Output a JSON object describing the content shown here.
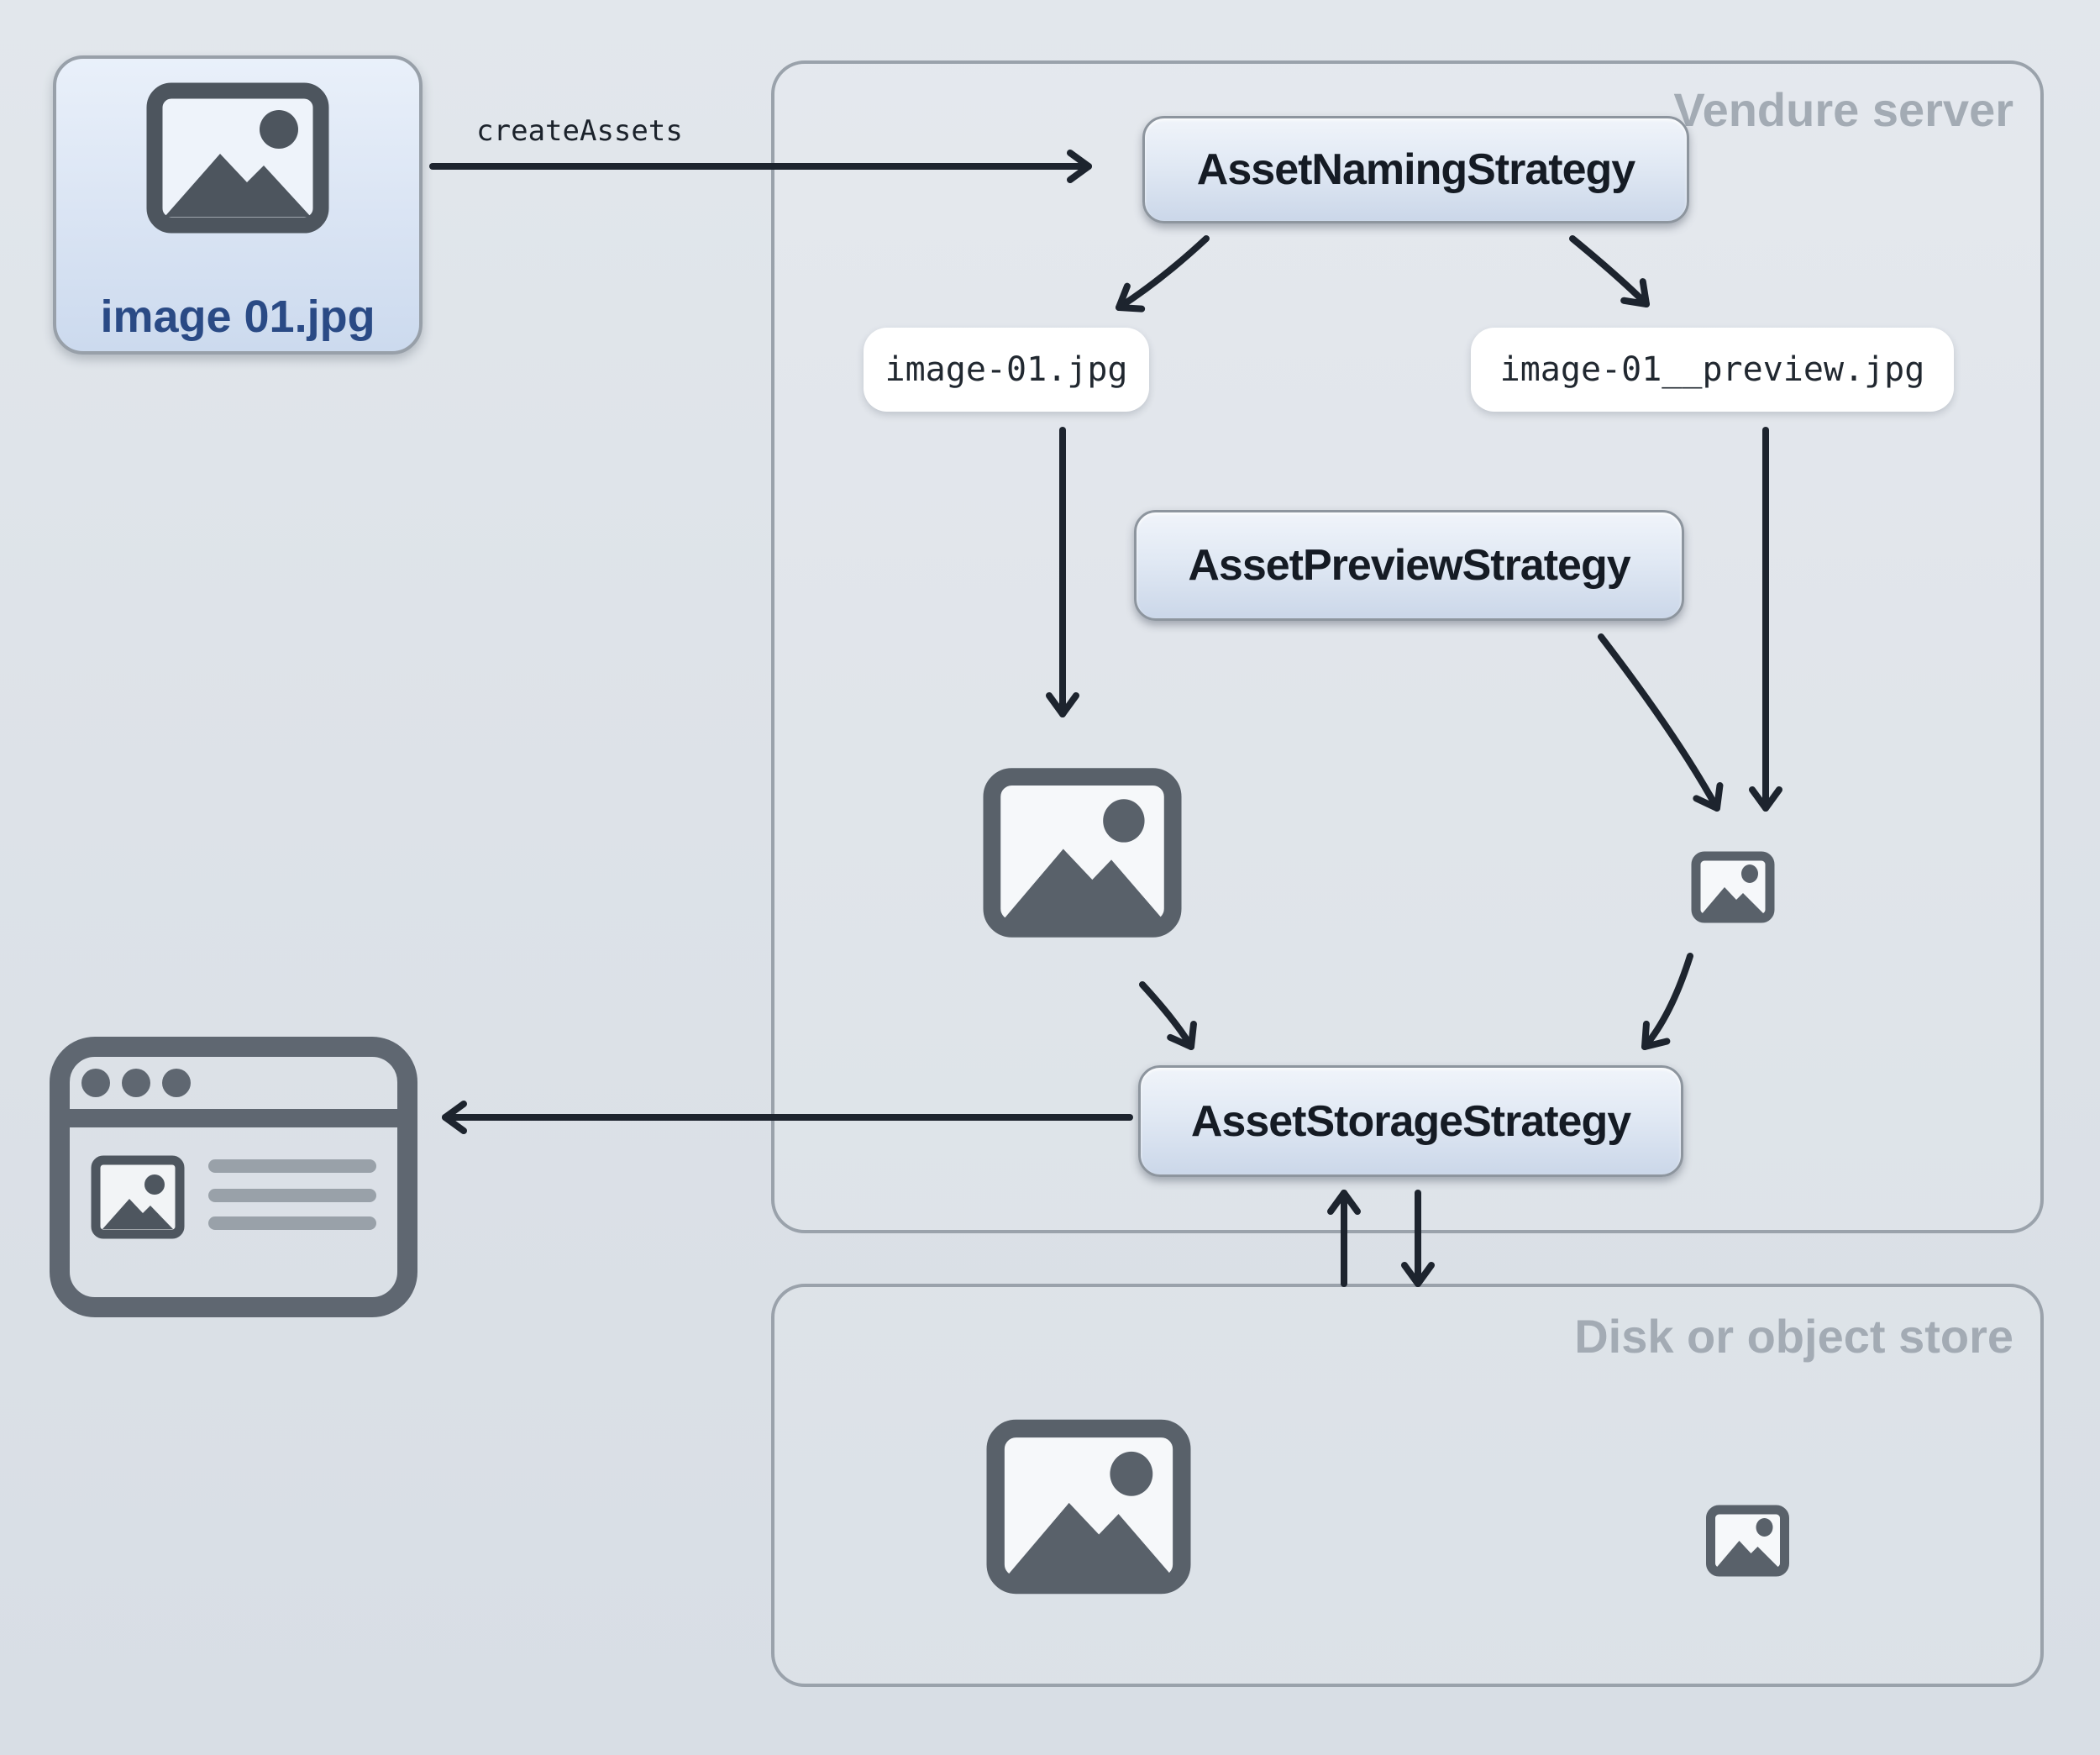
{
  "source_card": {
    "label": "image 01.jpg"
  },
  "flow": {
    "create_assets_label": "createAssets"
  },
  "vendure_server": {
    "label": "Vendure server",
    "nodes": {
      "naming": "AssetNamingStrategy",
      "preview": "AssetPreviewStrategy",
      "storage": "AssetStorageStrategy"
    },
    "files": {
      "original": "image-01.jpg",
      "preview": "image-01__preview.jpg"
    }
  },
  "disk_store": {
    "label": "Disk or object store"
  },
  "icons": {
    "source": "image-icon",
    "vendure_original": "image-icon-large",
    "vendure_preview": "image-icon-small",
    "disk_original": "image-icon-large",
    "disk_preview": "image-icon-small",
    "consumer": "browser-window-icon"
  },
  "colors": {
    "background": "#dde2e8",
    "container_border": "#9aa2ab",
    "node_border": "#8d959e",
    "node_fill_top": "#f0f4fa",
    "node_fill_bottom": "#cbd7e9",
    "node_text": "#151b24",
    "chip_bg": "#ffffff",
    "chip_text": "#212830",
    "muted_label": "#a3abb4",
    "arrow": "#1d242e",
    "icon_gray": "#59616a",
    "browser_gray": "#5f6771",
    "source_text": "#2a4a85"
  }
}
